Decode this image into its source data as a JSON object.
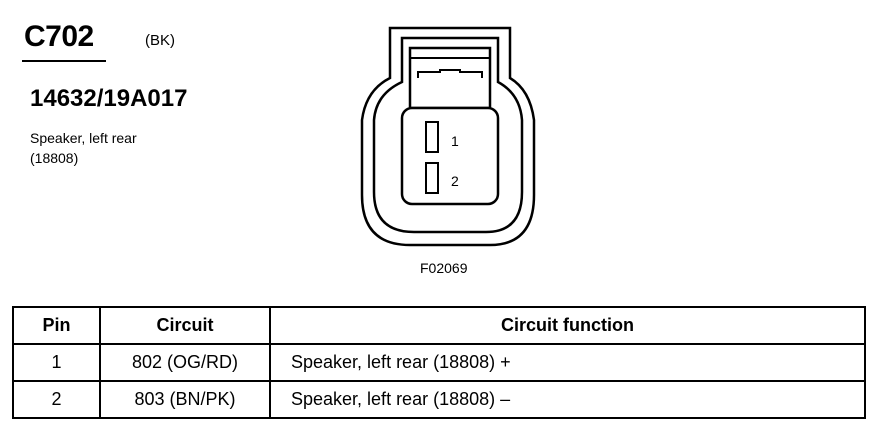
{
  "header": {
    "connector_id": "C702",
    "connector_color": "(BK)",
    "part_number": "14632/19A017",
    "description_line1": "Speaker, left rear",
    "description_line2": "(18808)"
  },
  "diagram": {
    "pin_labels": [
      "1",
      "2"
    ],
    "figure_code": "F02069"
  },
  "table": {
    "headers": [
      "Pin",
      "Circuit",
      "Circuit function"
    ],
    "rows": [
      {
        "pin": "1",
        "circuit": "802 (OG/RD)",
        "function": "Speaker, left rear (18808) +"
      },
      {
        "pin": "2",
        "circuit": "803 (BN/PK)",
        "function": "Speaker, left rear (18808) –"
      }
    ]
  }
}
